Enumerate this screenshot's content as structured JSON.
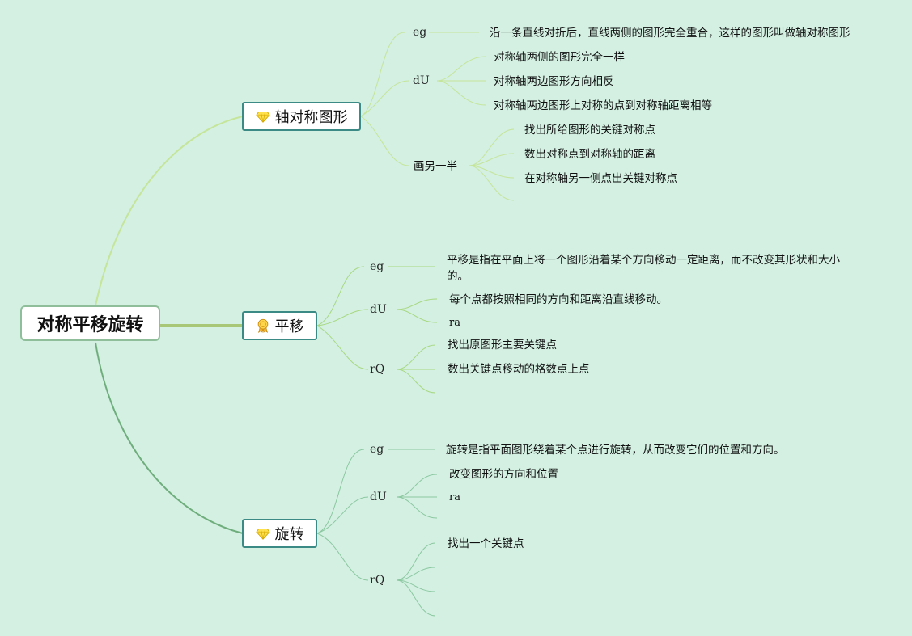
{
  "root": {
    "title": "对称平移旋转"
  },
  "branches": [
    {
      "label": "轴对称图形",
      "icon": "diamond-icon",
      "groups": [
        {
          "label": "eg",
          "items": [
            "沿一条直线对折后，直线两侧的图形完全重合，这样的图形叫做轴对称图形"
          ]
        },
        {
          "label": "dU",
          "items": [
            "对称轴两侧的图形完全一样",
            "对称轴两边图形方向相反",
            "对称轴两边图形上对称的点到对称轴距离相等"
          ]
        },
        {
          "label": "画另一半",
          "items": [
            "找出所给图形的关键对称点",
            "数出对称点到对称轴的距离",
            "在对称轴另一侧点出关键对称点"
          ]
        }
      ]
    },
    {
      "label": "平移",
      "icon": "medal-icon",
      "groups": [
        {
          "label": "eg",
          "items": [
            "平移是指在平面上将一个图形沿着某个方向移动一定距离，而不改变其形状和大小的。"
          ]
        },
        {
          "label": "dU",
          "items": [
            "每个点都按照相同的方向和距离沿直线移动。",
            "ra"
          ]
        },
        {
          "label": "rQ",
          "items": [
            "找出原图形主要关键点",
            "数出关键点移动的格数点上点"
          ]
        }
      ]
    },
    {
      "label": "旋转",
      "icon": "diamond-icon",
      "groups": [
        {
          "label": "eg",
          "items": [
            "旋转是指平面图形绕着某个点进行旋转，从而改变它们的位置和方向。"
          ]
        },
        {
          "label": "dU",
          "items": [
            "改变图形的方向和位置",
            "ra"
          ]
        },
        {
          "label": "rQ",
          "items": [
            "找出一个关键点"
          ]
        }
      ]
    }
  ],
  "colors": {
    "background": "#d3f0e2",
    "branch_border": "#3b8a86",
    "link_top": "#c5e59a",
    "link_mid": "#a8c878",
    "link_bottom": "#6fae7c"
  }
}
